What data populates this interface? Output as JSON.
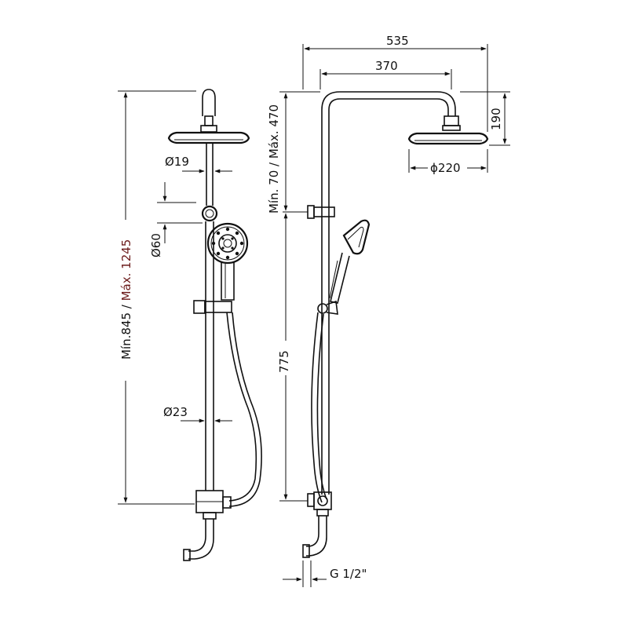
{
  "drawing": {
    "front_view": {
      "total_height_label_min": "Mín.845",
      "total_height_label_sep": " / ",
      "total_height_label_max": "Máx. 1245",
      "max_label_color": "#6b1a1a",
      "head_pipe_diameter": "Ø19",
      "handshower_diameter": "Ø60",
      "bar_diameter": "Ø23"
    },
    "side_view": {
      "arm_projection": "535",
      "arm_length": "370",
      "head_drop": "190",
      "head_diameter": "ϕ220",
      "adjustment_range": "Mín. 70 / Máx. 470",
      "bar_length": "775",
      "connection_thread": "G 1/2\""
    }
  }
}
